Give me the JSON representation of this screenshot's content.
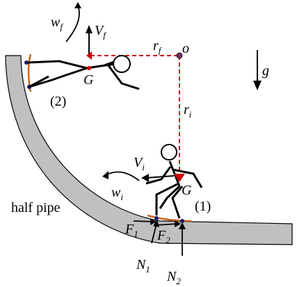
{
  "diagram": {
    "labels": {
      "w_f": {
        "main": "w",
        "sub": "f"
      },
      "V_f": {
        "main": "V",
        "sub": "f"
      },
      "r_f": {
        "main": "r",
        "sub": "f"
      },
      "o": "o",
      "g": "g",
      "G_top": "G",
      "pos2": "(2)",
      "r_i": {
        "main": "r",
        "sub": "i"
      },
      "V_i": {
        "main": "V",
        "sub": "i"
      },
      "w_i": {
        "main": "w",
        "sub": "i"
      },
      "G_bottom": "G",
      "pos1": "(1)",
      "half_pipe": "half pipe",
      "F_1": {
        "main": "F",
        "sub": "1"
      },
      "F_2": {
        "main": "F",
        "sub": "2"
      },
      "N_1": {
        "main": "N",
        "sub": "1"
      },
      "N_2": {
        "main": "N",
        "sub": "2"
      }
    },
    "colors": {
      "pipe_fill": "#c0c0c0",
      "pipe_stroke": "#000000",
      "radius_line": "#cc0000",
      "center_point": "#7b2c6b",
      "board": "#c8641e",
      "wheel": "#1a1a6e",
      "figure": "#000000"
    }
  }
}
